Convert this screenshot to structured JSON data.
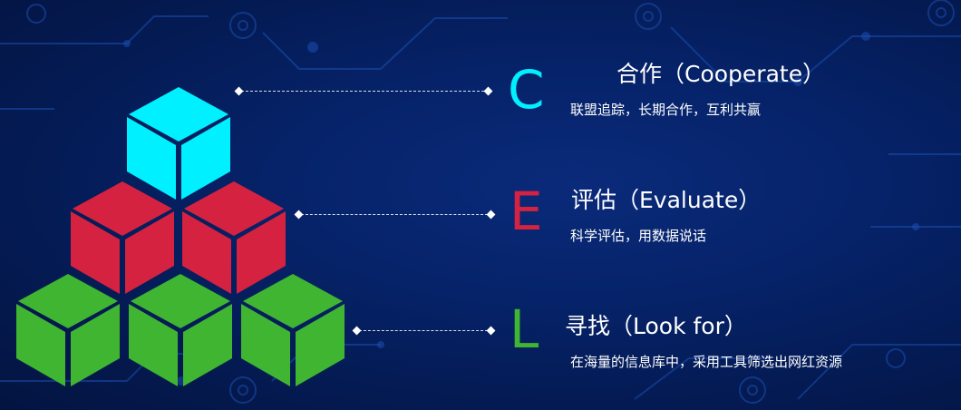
{
  "colors": {
    "cyan": "#00f0ff",
    "red": "#d42240",
    "green": "#3fb532",
    "background": "#06236a"
  },
  "steps": [
    {
      "letter": "C",
      "title": "合作（Cooperate）",
      "description": "联盟追踪，长期合作，互利共赢",
      "color": "#00f0ff"
    },
    {
      "letter": "E",
      "title": "评估（Evaluate）",
      "description": "科学评估，用数据说话",
      "color": "#d42240"
    },
    {
      "letter": "L",
      "title": "寻找（Look for）",
      "description": "在海量的信息库中，采用工具筛选出网红资源",
      "color": "#3fb532"
    }
  ]
}
